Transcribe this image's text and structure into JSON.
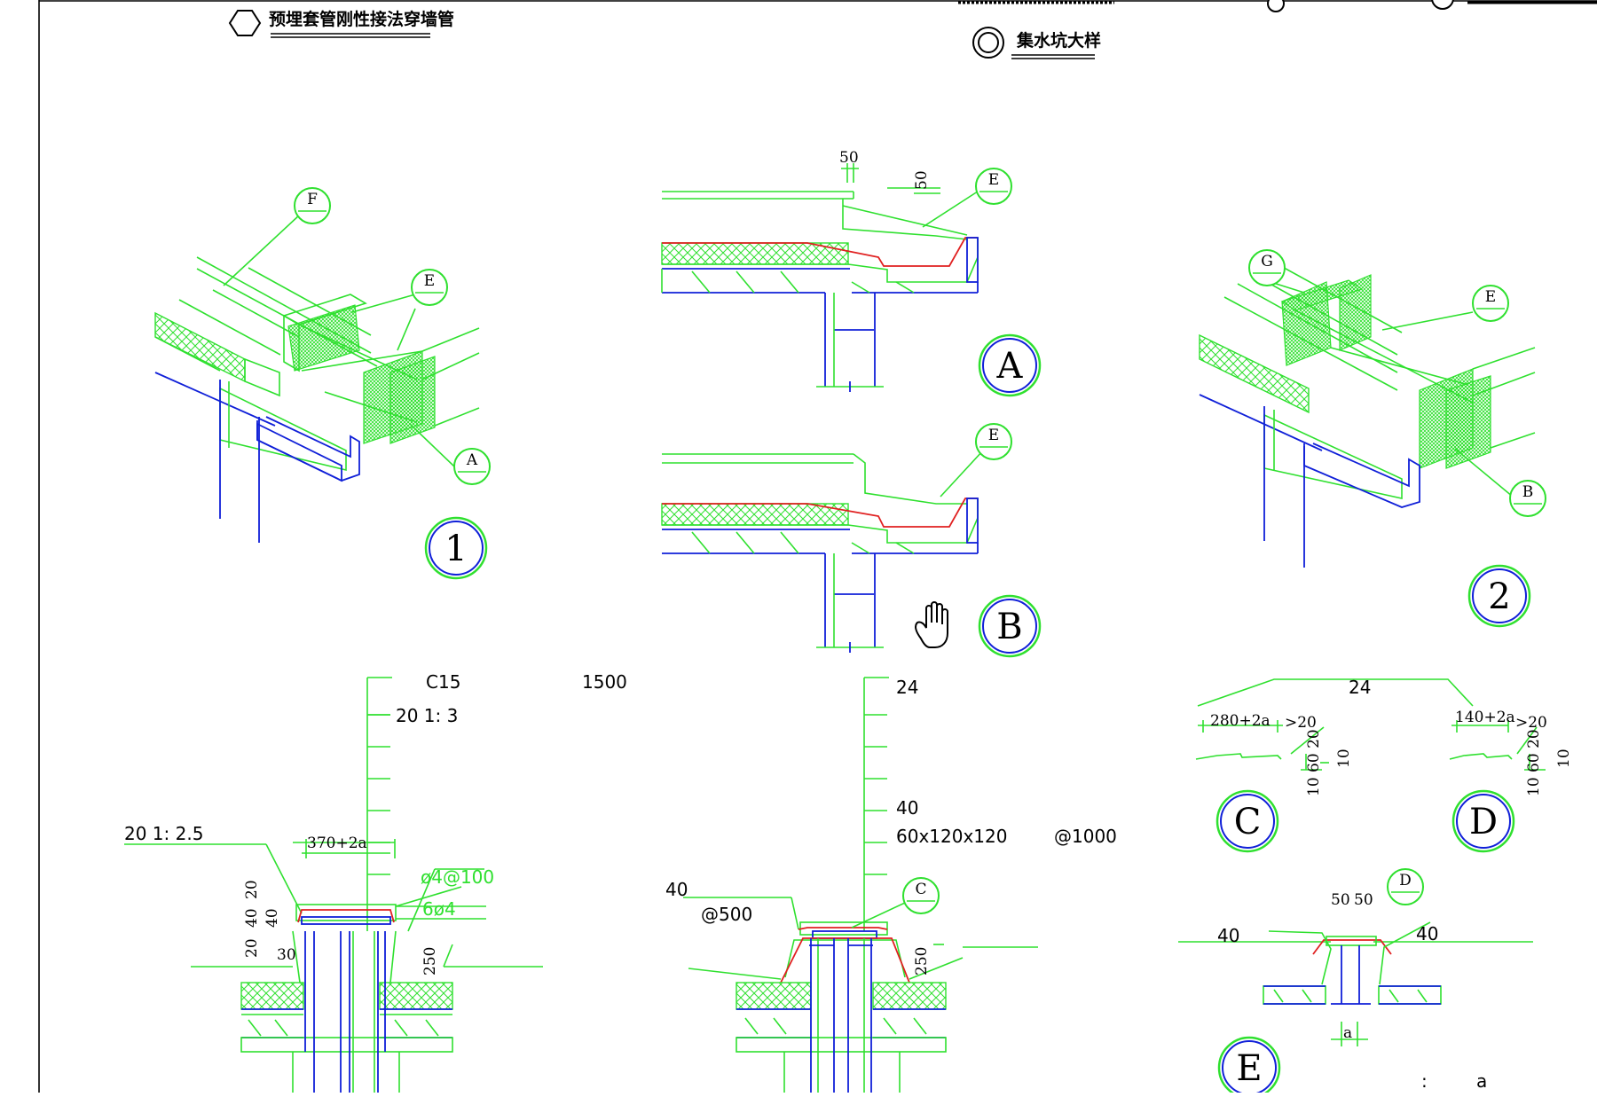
{
  "titles": {
    "pipe": "预埋套管刚性接法穿墙管",
    "sump": "集水坑大样"
  },
  "views": {
    "v1": "1",
    "v2": "2",
    "a": "A",
    "b": "B",
    "c": "C",
    "d": "D",
    "e": "E"
  },
  "callouts": {
    "f": "F",
    "e1": "E",
    "a": "A",
    "ea": "E",
    "eb": "E",
    "g": "G",
    "e2": "E",
    "b": "B",
    "c": "C",
    "d": "D"
  },
  "dims": {
    "top_50_a": "50",
    "top_50_b": "50",
    "c15": "C15",
    "d1500": "1500",
    "layer_20_13": "20   1: 3",
    "layer_20_125": "20   1: 2.5",
    "w370": "370+2a",
    "phi4": "ø4@100",
    "six_phi4": "6ø4",
    "d20a": "20",
    "d40a": "40",
    "d20b": "20",
    "d40b": "40",
    "d30": "30",
    "d250a": "250",
    "d24a": "24",
    "d40c": "40",
    "wood": "60x120x120",
    "at1000": "@1000",
    "d40d": "40",
    "at500": "@500",
    "d250b": "250",
    "d24b": "24",
    "w280": "280+2a",
    "gt20a": ">20",
    "v10_60_20_a": "10 60 20",
    "v10a": "10",
    "w140": "140+2a",
    "gt20b": ">20",
    "v10_60_20_b": "10 60 20",
    "v10b": "10",
    "d50a": "50",
    "d50b": "50",
    "d40e": "40",
    "d40f": "40",
    "a_small": "a",
    "colon": ":",
    "a_bottom": "a"
  },
  "colors": {
    "lines": "#2fe02f",
    "structure": "#1020d8",
    "membrane": "#e02020"
  },
  "icons": {
    "cursor": "hand-cursor-icon"
  }
}
